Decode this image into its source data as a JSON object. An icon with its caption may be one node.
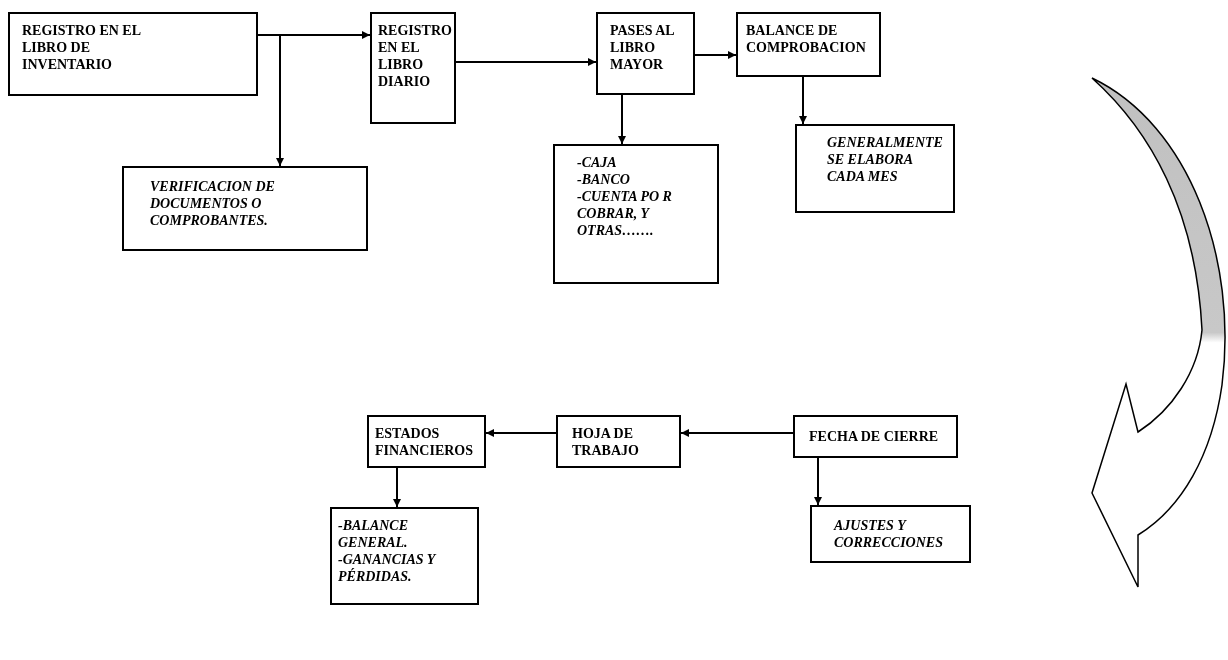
{
  "diagram": {
    "nodes": [
      {
        "text": [
          "REGISTRO EN EL LIBRO DE INVENTARIO"
        ]
      },
      {
        "text": [
          "VERIFICACION DE DOCUMENTOS O COMPROBANTES."
        ]
      },
      {
        "text": [
          "REGISTRO EN EL LIBRO DIARIO"
        ]
      },
      {
        "text": [
          "PASES AL LIBRO MAYOR"
        ]
      },
      {
        "text": [
          "-CAJA",
          "-BANCO",
          "-CUENTA PO R COBRAR, Y OTRAS……."
        ]
      },
      {
        "text": [
          "BALANCE DE COMPROBACION"
        ]
      },
      {
        "text": [
          "GENERALMENTE SE ELABORA CADA MES"
        ]
      },
      {
        "text": [
          "ESTADOS FINANCIEROS"
        ]
      },
      {
        "text": [
          "-BALANCE GENERAL.",
          "-GANANCIAS Y PÉRDIDAS."
        ]
      },
      {
        "text": [
          "HOJA DE TRABAJO"
        ]
      },
      {
        "text": [
          "FECHA DE CIERRE"
        ]
      },
      {
        "text": [
          "AJUSTES Y CORRECCIONES"
        ]
      }
    ],
    "edges": [
      {
        "from": 0,
        "to": 2,
        "arrow": "to"
      },
      {
        "from": 0,
        "to": 1,
        "arrow": "to"
      },
      {
        "from": 2,
        "to": 3,
        "arrow": "to"
      },
      {
        "from": 3,
        "to": 4,
        "arrow": "to"
      },
      {
        "from": 3,
        "to": 5,
        "arrow": "to"
      },
      {
        "from": 5,
        "to": 6,
        "arrow": "to"
      },
      {
        "from": 5,
        "to": 10,
        "arrow": "to",
        "style": "thick"
      },
      {
        "from": 10,
        "to": 9,
        "arrow": "to"
      },
      {
        "from": 9,
        "to": 7,
        "arrow": "to"
      },
      {
        "from": 7,
        "to": 8,
        "arrow": "to"
      },
      {
        "from": 10,
        "to": 11,
        "arrow": "to"
      }
    ]
  }
}
